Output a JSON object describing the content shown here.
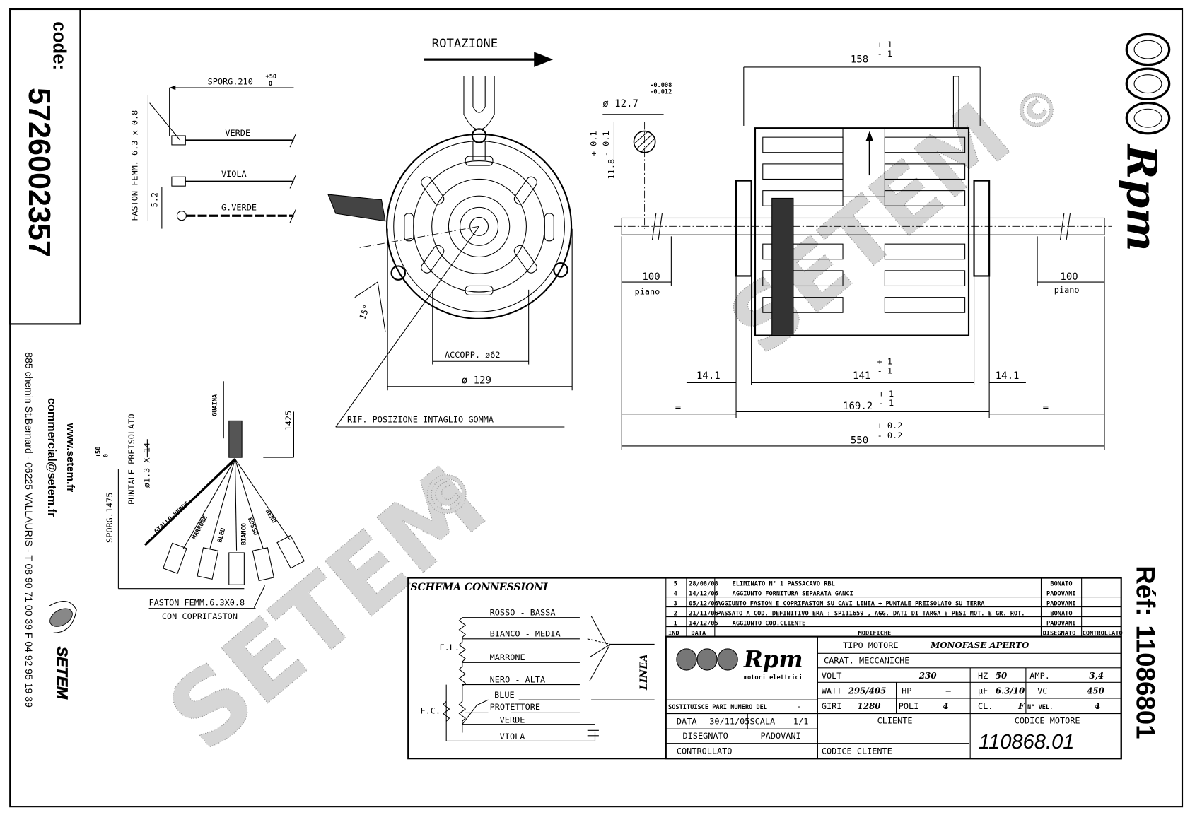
{
  "code_box": {
    "label": "code:",
    "value": "5726002357"
  },
  "contact": {
    "web": "www.setem.fr",
    "email": "commercial@setem.fr",
    "address": "885 chemin St.Bernard  -  06225 VALLAURIS  -  T 08 90 71 00 39   F 04 92 95 19 39",
    "logo_text": "SETEM"
  },
  "reference": {
    "label": "Réf:",
    "value": "11086801",
    "brand": "Rpm"
  },
  "watermark": {
    "text": "SETEM",
    "mark": "©"
  },
  "top_wires": {
    "sporg": "SPORG.210",
    "sporg_tol_plus": "+50",
    "sporg_tol_minus": "0",
    "faston": "FASTON FEMM. 6.3 x 0.8",
    "spacing": "5.2",
    "wires": [
      "VERDE",
      "VIOLA",
      "G.VERDE"
    ]
  },
  "harness": {
    "sheath": "GUAINA",
    "sheath_len": "1425",
    "puntale": "PUNTALE PREISOLATO",
    "puntale_size": "ø1.3 X 14",
    "sporg": "SPORG.1475",
    "sporg_tol_plus": "+50",
    "sporg_tol_minus": "0",
    "wires": [
      "GIALLO-VERDE",
      "MARRONE",
      "BLEU",
      "BIANCO",
      "ROSSO",
      "NERO"
    ],
    "faston": "FASTON FEMM.6.3X0.8",
    "faston2": "CON COPRIFASTON"
  },
  "front_view": {
    "rotation": "ROTAZIONE",
    "angle": "15°",
    "coupling": "ACCOPP. ø62",
    "diameter": "ø 129",
    "ref_note": "RIF. POSIZIONE INTAGLIO GOMMA"
  },
  "side_view": {
    "shaft_dia": "ø 12.7",
    "shaft_tol_top": "-0.008",
    "shaft_tol_bot": "-0.012",
    "flat": "11.8",
    "flat_tol_plus": "+ 0.1",
    "flat_tol_minus": "- 0.1",
    "body_len": "158",
    "tol_p1": "+ 1",
    "tol_m1": "- 1",
    "flat_len_left": "100",
    "flat_len_right": "100",
    "flat_label": "piano",
    "side_gap_left": "14.1",
    "side_gap_right": "14.1",
    "core_len": "141",
    "total_core": "169.2",
    "eq": "=",
    "overall": "550",
    "tol_p02": "+ 0.2",
    "tol_m02": "- 0.2"
  },
  "schema": {
    "title": "SCHEMA CONNESSIONI",
    "lines": [
      "ROSSO - BASSA",
      "BIANCO - MEDIA",
      "MARRONE",
      "NERO - ALTA",
      "BLUE",
      "PROTETTORE",
      "VERDE",
      "VIOLA"
    ],
    "fl": "F.L.",
    "fc": "F.C.",
    "linea": "LINEA"
  },
  "modifications": {
    "rows": [
      {
        "ind": "5",
        "data": "28/08/08",
        "desc": "ELIMINATO N° 1 PASSACAVO RBL",
        "dis": "BONATO",
        "ctrl": ""
      },
      {
        "ind": "4",
        "data": "14/12/06",
        "desc": "AGGIUNTO FORNITURA SEPARATA GANCI",
        "dis": "PADOVANI",
        "ctrl": ""
      },
      {
        "ind": "3",
        "data": "05/12/06",
        "desc": "AGGIUNTO FASTON E COPRIFASTON SU CAVI LINEA + PUNTALE PREISOLATO SU TERRA",
        "dis": "PADOVANI",
        "ctrl": ""
      },
      {
        "ind": "2",
        "data": "21/11/06",
        "desc": "PASSATO A COD. DEFINITIVO ERA : SP111659 , AGG. DATI DI TARGA E PESI MOT. E GR. ROT.",
        "dis": "BONATO",
        "ctrl": ""
      },
      {
        "ind": "1",
        "data": "14/12/05",
        "desc": "AGGIUNTO COD.CLIENTE",
        "dis": "PADOVANI",
        "ctrl": ""
      }
    ],
    "headers": {
      "ind": "IND",
      "data": "DATA",
      "desc": "MODIFICHE",
      "dis": "DISEGNATO",
      "ctrl": "CONTROLLATO"
    }
  },
  "title_block": {
    "brand": "Rpm",
    "brand_sub": "motori elettrici",
    "tipo_label": "TIPO MOTORE",
    "tipo_value": "MONOFASE APERTO",
    "carat": "CARAT. MECCANICHE",
    "volt_label": "VOLT",
    "volt": "230",
    "hz_label": "HZ",
    "hz": "50",
    "amp_label": "AMP.",
    "amp": "3,4",
    "watt_label": "WATT",
    "watt": "295/405",
    "hp_label": "HP",
    "hp": "—",
    "uf_label": "µF",
    "uf": "6.3/10",
    "vc_label": "VC",
    "vc": "450",
    "giri_label": "GIRI",
    "giri": "1280",
    "poli_label": "POLI",
    "poli": "4",
    "cl_label": "CL.",
    "cl": "F",
    "nvel_label": "N° VEL.",
    "nvel": "4",
    "sostituisce": "SOSTITUISCE PARI NUMERO DEL",
    "sostituisce_val": "-",
    "data_label": "DATA",
    "data": "30/11/05",
    "scala_label": "SCALA",
    "scala": "1/1",
    "disegnato_label": "DISEGNATO",
    "disegnato": "PADOVANI",
    "controllato_label": "CONTROLLATO",
    "cliente_label": "CLIENTE",
    "codice_cliente_label": "CODICE CLIENTE",
    "codice_motore_label": "CODICE MOTORE",
    "codice_motore": "110868.01"
  }
}
